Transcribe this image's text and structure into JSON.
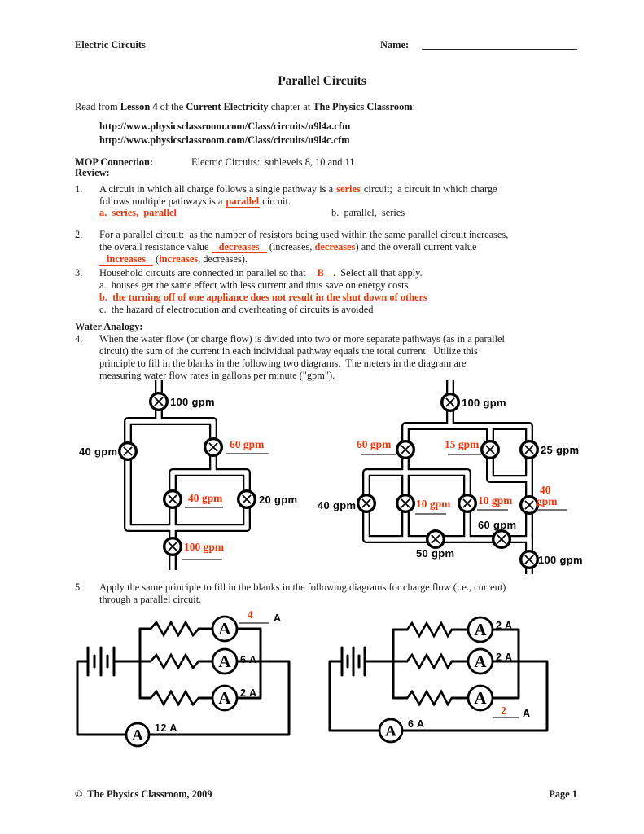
{
  "colors": {
    "answer_red": "#e8380c",
    "ink": "#1a1a1a"
  },
  "header": {
    "course": "Electric Circuits",
    "name_label": "Name:"
  },
  "title": "Parallel Circuits",
  "intro": {
    "read_pre": "Read from ",
    "read_b1": "Lesson 4",
    "read_mid1": " of the ",
    "read_b2": "Current Electricity",
    "read_mid2": " chapter at ",
    "read_b3": "The Physics Classroom",
    "read_end": ":",
    "url1": "http://www.physicsclassroom.com/Class/circuits/u9l4a.cfm",
    "url2": "http://www.physicsclassroom.com/Class/circuits/u9l4c.cfm",
    "mop_label": "MOP Connection:",
    "mop_text": "Electric Circuits:  sublevels 8, 10 and 11"
  },
  "review": {
    "heading": "Review:",
    "q1": {
      "num": "1.",
      "l1a": "A circuit in which all charge follows a single pathway is a ",
      "l1_ans": "series",
      "l1b": " circuit;  a circuit in which charge",
      "l2a": "follows multiple pathways is a ",
      "l2_ans": "parallel",
      "l2b": " circuit.",
      "ans_a": "a.  series,  parallel",
      "ans_b": "b.  parallel,  series"
    },
    "q2": {
      "num": "2.",
      "l1": "For a parallel circuit:  as the number of resistors being used within the same parallel circuit increases,",
      "l2a": "the overall resistance value ",
      "l2_blank": "decreases",
      "l2b": " (increases, ",
      "l2_red": "decreases",
      "l2c": ") and the overall current value",
      "l3_blank": "increases",
      "l3a": " (",
      "l3_red": "increases",
      "l3b": ", decreases)."
    },
    "q3": {
      "num": "3.",
      "l1a": "Household circuits are connected in parallel so that ",
      "l1_blank": "B",
      "l1b": ".  Select all that apply.",
      "opt_a": "a.  houses get the same effect with less current and thus save on energy costs",
      "opt_b": "b.  the turning off of one appliance does not result in the shut down of others",
      "opt_c": "c.  the hazard of electrocution and overheating of circuits is avoided"
    }
  },
  "water": {
    "heading": "Water Analogy:",
    "q4": {
      "num": "4.",
      "l1": "When the water flow (or charge flow) is divided into two or more separate pathways (as in a parallel",
      "l2": "circuit) the sum of the current in each individual pathway equals the total current.  Utilize this",
      "l3": "principle to fill in the blanks in the following two diagrams.  The meters in the diagram are",
      "l4": "measuring water flow rates in gallons per minute (\"gpm\")."
    },
    "d1": {
      "top": "100 gpm",
      "left": "40 gpm",
      "ans_right": "60 gpm",
      "ans_mid": "40 gpm",
      "right": "20 gpm",
      "ans_bottom": "100 gpm"
    },
    "d2": {
      "top": "100 gpm",
      "ans_60": "60 gpm",
      "ans_15": "15 gpm",
      "right_25": "25 gpm",
      "left_40": "40 gpm",
      "ans_10a": "10 gpm",
      "ans_10b": "10 gpm",
      "ans_40_line1": "40",
      "ans_40_line2": "gpm",
      "mid_60": "60 gpm",
      "bottom_50": "50 gpm",
      "out_100": "100 gpm"
    }
  },
  "q5": {
    "num": "5.",
    "l1": "Apply the same principle to fill in the blanks in the following diagrams for charge flow (i.e., current)",
    "l2": "through a parallel circuit.",
    "ammeter_letter": "A",
    "c1": {
      "ans_top": "4",
      "ans_top_unit": "A",
      "mid": "6 A",
      "bot": "2 A",
      "total": "12 A"
    },
    "c2": {
      "top": "2 A",
      "mid": "2 A",
      "ans_bot": "2",
      "ans_bot_unit": "A",
      "total": "6 A"
    }
  },
  "footer": {
    "left": "©  The Physics Classroom, 2009",
    "right": "Page 1"
  }
}
